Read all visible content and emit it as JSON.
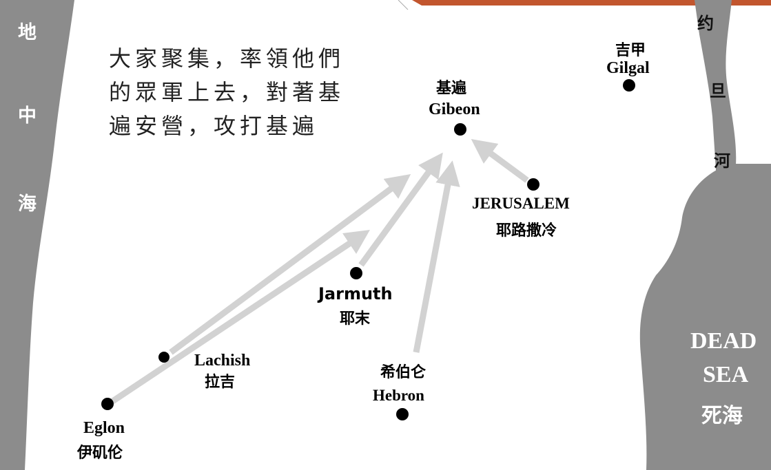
{
  "caption": {
    "line1": "大家聚集，率領他們",
    "line2": "的眾軍上去，對著基",
    "line3": "遍安營，攻打基遍"
  },
  "regions": {
    "mediterranean": [
      "地",
      "中",
      "海"
    ],
    "jordan": [
      "约",
      "旦",
      "河"
    ],
    "dead_sea_en_1": "DEAD",
    "dead_sea_en_2": "SEA",
    "dead_sea_zh": "死海"
  },
  "cities": {
    "gibeon": {
      "zh": "基遍",
      "en": "Gibeon"
    },
    "gilgal": {
      "zh": "吉甲",
      "en": "Gilgal"
    },
    "jerusalem": {
      "en": "JERUSALEM",
      "zh": "耶路撒冷"
    },
    "jarmuth": {
      "en": "Jarmuth",
      "zh": "耶末"
    },
    "lachish": {
      "en": "Lachish",
      "zh": "拉吉"
    },
    "hebron": {
      "zh": "希伯仑",
      "en": "Hebron"
    },
    "eglon": {
      "en": "Eglon",
      "zh": "伊矶伦"
    }
  },
  "colors": {
    "water": "#8c8c8c",
    "arrow": "#d2d2d2",
    "accent": "#c2562e",
    "dot": "#000000"
  }
}
